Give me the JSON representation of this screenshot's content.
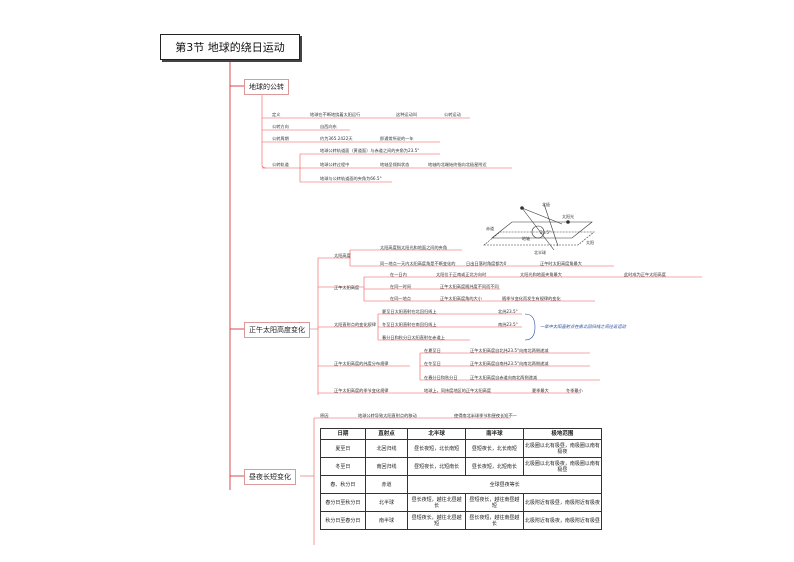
{
  "title": "第3节 地球的绕日运动",
  "topics": {
    "revolution": "地球的公转",
    "noon_angle": "正午太阳高度变化",
    "day_length": "昼夜长短变化"
  },
  "revolution": {
    "items": [
      {
        "label": "定义",
        "text": "地球在不断地绕着太阳运行",
        "extra1": "这种运动叫",
        "extra2": "公转运动"
      },
      {
        "label": "公转方向",
        "text": "自西向东"
      },
      {
        "label": "公转周期",
        "text": "约为365.2422天",
        "extra1": "即通常所说的一年"
      },
      {
        "label": "公转轨道",
        "sub": [
          "地球公转轨道面（黄道面）与赤道之间的夹角为23.5°",
          "地球公转过程中",
          "地轴呈倾斜状态",
          "地轴的北端始终指向北极星附近",
          "地球与公转轨道面的夹角为66.5°"
        ]
      }
    ]
  },
  "orbit_diagram": {
    "labels": [
      "北极",
      "太阳光",
      "赤道",
      "地轴",
      "北半球",
      "23.5°",
      "太阳"
    ]
  },
  "noon": {
    "height_label": "太阳高度",
    "height_items": [
      "太阳高度指太阳光和地面之间的夹角",
      "同一地点一天内太阳高度角是不断变化的",
      "日出日落时角度都为0",
      "正午时太阳高度角最大"
    ],
    "noon_label": "正午太阳高度",
    "noon_items": [
      {
        "a": "在一日内",
        "b": "太阳位于正南或正北方向时",
        "c": "太阳光和地面夹角最大",
        "d": "此时成为正午太阳高度"
      },
      {
        "a": "在同一时间",
        "b": "正午太阳高度随纬度不同而不同"
      },
      {
        "a": "在同一地点",
        "b": "正午太阳高度角的大小",
        "c": "随季节变化而发生有规律的变化"
      }
    ],
    "direct_label": "太阳直射点的变化规律",
    "direct_items": [
      {
        "a": "夏至日太阳直射在北回归线上",
        "b": "北纬23.5°"
      },
      {
        "a": "冬至日太阳直射在南回归线上",
        "b": "南纬23.5°"
      },
      {
        "a": "春分日和秋分日太阳直射在赤道上"
      }
    ],
    "direct_note": "一年中太阳直射点在南北回归线之间往返运动",
    "latitude_label": "正午太阳高度的纬度分布规律",
    "latitude_items": [
      {
        "a": "在夏至日",
        "b": "正午太阳高度自北纬23.5°向南北两侧递减"
      },
      {
        "a": "在冬至日",
        "b": "正午太阳高度自南纬23.5°向南北两侧递减"
      },
      {
        "a": "在春分日和秋分日",
        "b": "正午太阳高度自赤道向南北两侧递减"
      }
    ],
    "season_label": "正午太阳高度的季节变化规律",
    "season_items": [
      "地球上，同纬度地区的正午太阳高度",
      "夏季最大",
      "冬季最小"
    ]
  },
  "day_length": {
    "cause_label": "原因",
    "cause_text": "地球公转导致太阳直射点的移动",
    "effect_text": "使得南北半球季节和昼夜长短不一",
    "table": {
      "headers": [
        "日期",
        "直射点",
        "北半球",
        "南半球",
        "极地范围"
      ],
      "rows": [
        [
          "夏至日",
          "北回归线",
          "昼长夜短，北长南短",
          "昼短夜长，北长南短",
          "北极圈以北有极昼，南极圈以南有极夜"
        ],
        [
          "冬至日",
          "南回归线",
          "昼短夜长，北短南长",
          "昼长夜短，北短南长",
          "北极圈以北有极夜，南极圈以南有极昼"
        ],
        [
          "春、秋分日",
          "赤道",
          "",
          "全球昼夜等长",
          ""
        ],
        [
          "春分日至秋分日",
          "北半球",
          "昼长夜短，越往北昼越长",
          "昼短夜长，越往南昼越短",
          "北极附近有极昼，南极附近有极夜"
        ],
        [
          "秋分日至春分日",
          "南半球",
          "昼短夜长，越往北昼越短",
          "昼长夜短，越往南昼越长",
          "北极附近有极夜，南极附近有极昼"
        ]
      ]
    }
  }
}
